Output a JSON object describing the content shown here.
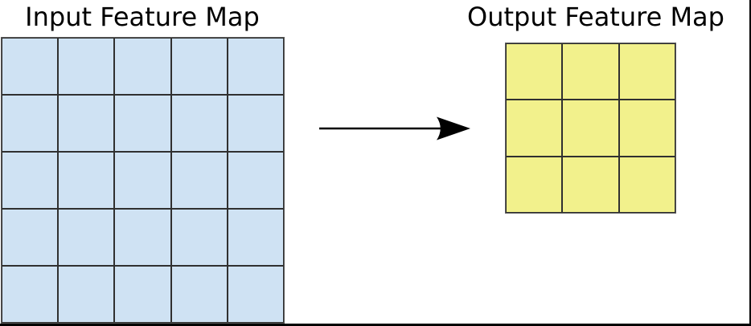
{
  "diagram": {
    "input_map": {
      "title": "Input Feature Map",
      "rows": 5,
      "cols": 5,
      "cell_color": "#CFE2F3",
      "line_color": "#303030",
      "outer_border_color": "#5a5a5a"
    },
    "output_map": {
      "title": "Output Feature Map",
      "rows": 3,
      "cols": 3,
      "cell_color": "#F2F18C",
      "line_color": "#303030",
      "outer_border_color": "#5a5a5a"
    },
    "arrow": {
      "direction": "right",
      "color": "#000000"
    },
    "frame": {
      "border_color": "#000000"
    }
  }
}
